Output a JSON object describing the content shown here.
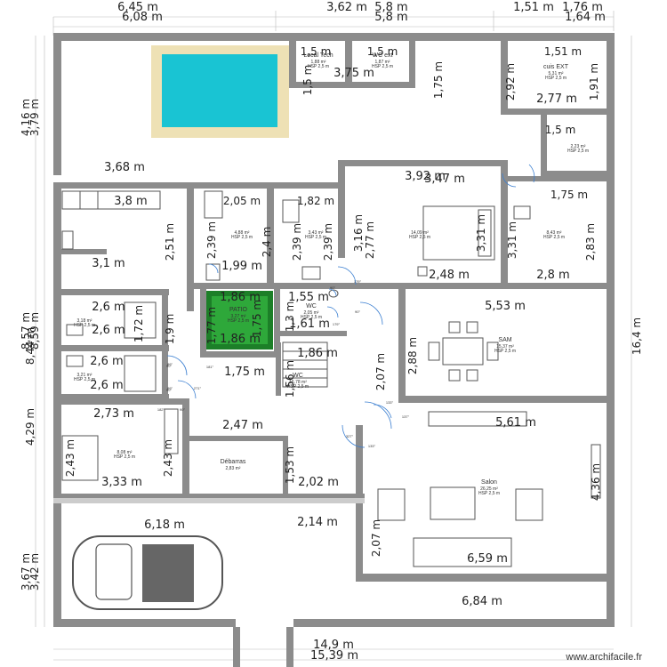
{
  "watermark": "www.archifacile.fr",
  "rooms": [
    {
      "key": "local_tech",
      "name": "Local Tech",
      "area": "1,88 m²",
      "hsp": "HSP 2,5 m"
    },
    {
      "key": "wc_ext",
      "name": "WC ext",
      "area": "1,87 m²",
      "hsp": "HSP 2,5 m"
    },
    {
      "key": "cuis_ext",
      "name": "cuis EXT",
      "area": "5,31 m²",
      "hsp": "HSP 2,5 m"
    },
    {
      "key": "small_right",
      "name": "",
      "area": "2,23 m²",
      "hsp": "HSP 2,5 m"
    },
    {
      "key": "sdb1",
      "name": "",
      "area": "4,88 m²",
      "hsp": "HSP 2,5 m"
    },
    {
      "key": "sdb2",
      "name": "",
      "area": "3,43 m²",
      "hsp": "HSP 2,5 m"
    },
    {
      "key": "chambre1",
      "name": "",
      "area": "14,09 m²",
      "hsp": "HSP 2,5 m"
    },
    {
      "key": "chambre2",
      "name": "",
      "area": "8,43 m²",
      "hsp": "HSP 2,5 m"
    },
    {
      "key": "patio",
      "name": "PATIO",
      "area": "3,27 m²",
      "hsp": "HSP 2,5 m"
    },
    {
      "key": "wc",
      "name": "WC",
      "area": "2,05 m²",
      "hsp": "HSP 2,5 m"
    },
    {
      "key": "sam",
      "name": "SAM",
      "area": "15,37 m²",
      "hsp": "HSP 2,5 m"
    },
    {
      "key": "wc_left1",
      "name": "",
      "area": "3,18 m²",
      "hsp": "HSP 2,5 m"
    },
    {
      "key": "wc_left2",
      "name": "",
      "area": "3,21 m²",
      "hsp": "HSP 2,5 m"
    },
    {
      "key": "degagement",
      "name": "WC",
      "area": "16,78 m²",
      "hsp": "HSP 2,5 m"
    },
    {
      "key": "chambre3",
      "name": "",
      "area": "8,08 m²",
      "hsp": "HSP 2,5 m"
    },
    {
      "key": "debarras",
      "name": "Débarras",
      "area": "2,83 m²",
      "hsp": ""
    },
    {
      "key": "salon",
      "name": "Salon",
      "area": "26,25 m²",
      "hsp": "HSP 2,5 m"
    }
  ],
  "dimensions": [
    "6,45 m",
    "6,08 m",
    "3,62 m",
    "5,8 m",
    "5,8 m",
    "1,51 m",
    "1,76 m",
    "1,64 m",
    "1,5 m",
    "1,5 m",
    "1,5 m",
    "3,75 m",
    "1,75 m",
    "1,51 m",
    "2,92 m",
    "1,91 m",
    "2,77 m",
    "4,16 m",
    "3,79 m",
    "3,68 m",
    "1,5 m",
    "3,8 m",
    "2,05 m",
    "1,82 m",
    "3,92 m",
    "3,47 m",
    "2,51 m",
    "2,39 m",
    "2,4 m",
    "2,39 m",
    "2,39 m",
    "3,16 m",
    "2,77 m",
    "3,31 m",
    "3,31 m",
    "2,83 m",
    "1,99 m",
    "2,48 m",
    "2,8 m",
    "1,75 m",
    "3,1 m",
    "1,86 m",
    "1,55 m",
    "1,77 m",
    "1,75 m",
    "1,86 m",
    "1,3 m",
    "1,61 m",
    "2,6 m",
    "1,72 m",
    "2,6 m",
    "1,9 m",
    "5,53 m",
    "2,88 m",
    "16,4 m",
    "8,57 m",
    "8,59 m",
    "8,44 m",
    "2,6 m",
    "2,6 m",
    "1,86 m",
    "1,56 m",
    "1,75 m",
    "2,07 m",
    "5,61 m",
    "2,73 m",
    "2,47 m",
    "4,29 m",
    "2,43 m",
    "2,43 m",
    "1,53 m",
    "3,33 m",
    "2,02 m",
    "4,36 m",
    "6,18 m",
    "2,14 m",
    "2,07 m",
    "3,67 m",
    "3,42 m",
    "6,59 m",
    "6,84 m",
    "14,9 m",
    "15,39 m"
  ],
  "angles": [
    "179°",
    "90°",
    "90°",
    "179°",
    "90°",
    "89°",
    "181°",
    "90°",
    "89°",
    "271°",
    "182°",
    "90°",
    "133°",
    "137°",
    "327°",
    "133°"
  ],
  "colors": {
    "wall": "#8c8c8c",
    "pool_water": "#19c4d3",
    "pool_edge": "#eee1b5",
    "patio": "#2ea83a",
    "furniture": "#555555"
  }
}
